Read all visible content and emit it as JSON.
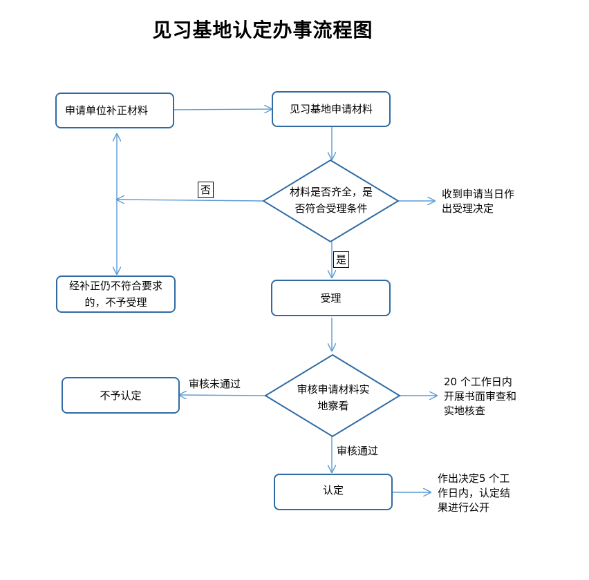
{
  "title": "见习基地认定办事流程图",
  "boxes": {
    "supplement": "申请单位补正材料",
    "apply": "见习基地申请材料",
    "reject_after_supplement": "经补正仍不符合要求的，不予受理",
    "accept": "受理",
    "not_recognize": "不予认定",
    "recognize": "认定"
  },
  "decisions": {
    "complete": "材料是否齐全，是否符合受理条件",
    "review": "审核申请材料实地察看"
  },
  "labels": {
    "no": "否",
    "yes": "是",
    "review_failed": "审核未通过",
    "review_passed": "审核通过"
  },
  "notes": {
    "same_day": "收到申请当日作出受理决定",
    "twenty_days": "20 个工作日内开展书面审查和实地核查",
    "five_days": "作出决定5 个工作日内，认定结果进行公开"
  },
  "colors": {
    "box_border": "#2f6aa3",
    "arrow": "#5b9bd5"
  }
}
